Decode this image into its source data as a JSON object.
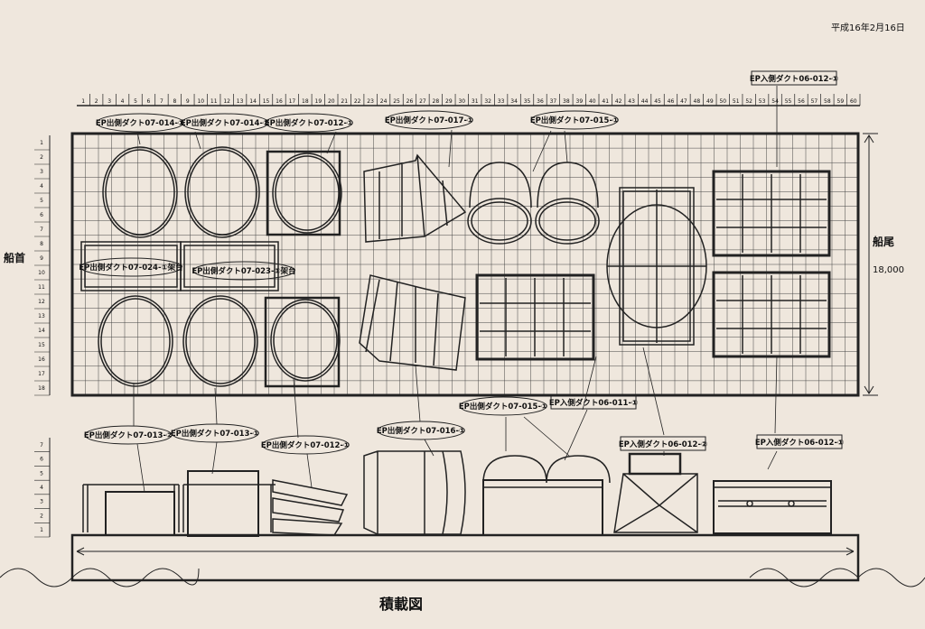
{
  "date": "平成16年2月16日",
  "title": "積載図",
  "bow_label": "船首",
  "stern_label": "船尾",
  "length_label": "18,000",
  "ruler": {
    "top_count": 60,
    "side_count": 18,
    "elevation_count": 7
  },
  "labels": {
    "l1": "EP出側ダクト07-014-①",
    "l2": "EP出側ダクト07-014-②",
    "l3": "EP出側ダクト07-012-①",
    "l4": "EP出側ダクト07-017-①",
    "l5": "EP出側ダクト07-015-①",
    "l6": "EP入側ダクト06-012-①",
    "l7": "EP出側ダクト07-024-①架台",
    "l8": "EP出側ダクト07-023-①架台",
    "l9": "EP出側ダクト07-013-②",
    "l10": "EP出側ダクト07-013-①",
    "l11": "EP出側ダクト07-012-①",
    "l12": "EP出側ダクト07-016-①",
    "l13": "EP出側ダクト07-015-①",
    "l14": "EP入側ダクト06-011-①",
    "l15": "EP入側ダクト06-012-②",
    "l16": "EP入側ダクト06-012-①"
  }
}
